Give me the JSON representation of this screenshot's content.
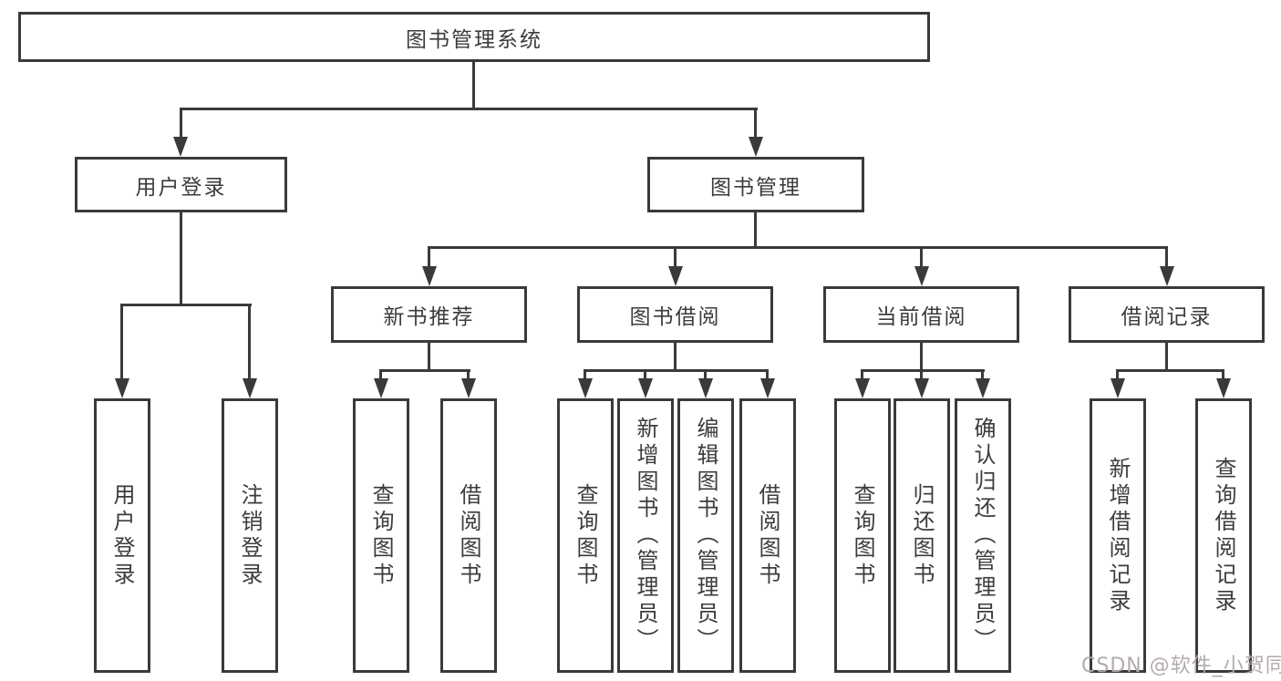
{
  "diagram": {
    "type": "hierarchy-tree",
    "root": {
      "label": "图书管理系统"
    },
    "level2": [
      {
        "label": "用户登录"
      },
      {
        "label": "图书管理"
      }
    ],
    "level3": [
      {
        "label": "新书推荐",
        "parent": "图书管理"
      },
      {
        "label": "图书借阅",
        "parent": "图书管理"
      },
      {
        "label": "当前借阅",
        "parent": "图书管理"
      },
      {
        "label": "借阅记录",
        "parent": "图书管理"
      }
    ],
    "leaves": [
      {
        "label": "用户登录",
        "parent": "用户登录"
      },
      {
        "label": "注销登录",
        "parent": "用户登录"
      },
      {
        "label": "查询图书",
        "parent": "新书推荐"
      },
      {
        "label": "借阅图书",
        "parent": "新书推荐"
      },
      {
        "label": "查询图书",
        "parent": "图书借阅"
      },
      {
        "label": "新增图书（管理员）",
        "parent": "图书借阅"
      },
      {
        "label": "编辑图书（管理员）",
        "parent": "图书借阅"
      },
      {
        "label": "借阅图书",
        "parent": "图书借阅"
      },
      {
        "label": "查询图书",
        "parent": "当前借阅"
      },
      {
        "label": "归还图书",
        "parent": "当前借阅"
      },
      {
        "label": "确认归还（管理员）",
        "parent": "当前借阅"
      },
      {
        "label": "新增借阅记录",
        "parent": "借阅记录"
      },
      {
        "label": "查询借阅记录",
        "parent": "借阅记录"
      }
    ],
    "colors": {
      "line": "#3a3a3a",
      "text": "#3c3c3c",
      "background": "#ffffff",
      "watermark": "#b3abab"
    }
  },
  "watermark": {
    "text": "CSDN @软件_小贺同学"
  }
}
